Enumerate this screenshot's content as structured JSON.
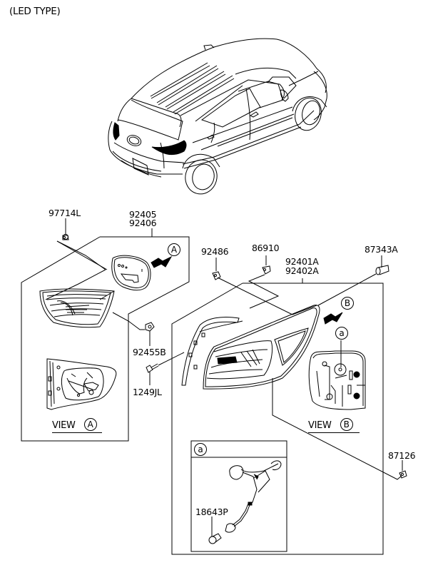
{
  "header": {
    "title": "(LED TYPE)"
  },
  "colors": {
    "line": "#000000",
    "background": "#ffffff"
  },
  "parts": {
    "p97714L": "97714L",
    "p92405": "92405",
    "p92406": "92406",
    "p92455B": "92455B",
    "p1249JL": "1249JL",
    "p92486": "92486",
    "p86910": "86910",
    "p92401A": "92401A",
    "p92402A": "92402A",
    "p87343A": "87343A",
    "p87126": "87126",
    "p18643P": "18643P"
  },
  "callouts": {
    "A": "A",
    "B": "B",
    "a": "a"
  },
  "views": {
    "viewA": "VIEW",
    "viewB": "VIEW"
  }
}
